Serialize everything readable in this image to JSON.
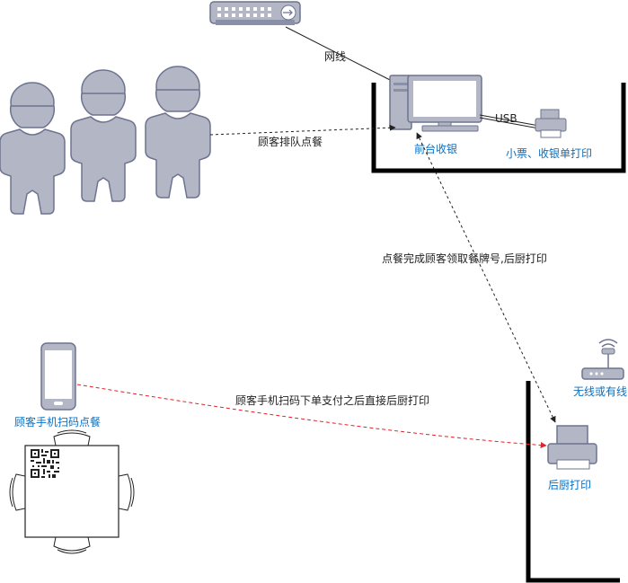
{
  "labels": {
    "network_cable": "网线",
    "front_desk": "前台收银",
    "usb": "USB",
    "receipt_printer": "小票、收银单打印",
    "queue_order": "顾客排队点餐",
    "after_order": "点餐完成顾客领取餐牌号,后厨打印",
    "mobile_order": "顾客手机扫码点餐",
    "scan_pay": "顾客手机扫码下单支付之后直接后厨打印",
    "wireless_or_wired": "无线或有线",
    "kitchen_print": "后厨打印"
  },
  "colors": {
    "icon_fill": "#b3b6c4",
    "icon_stroke": "#6e7490",
    "label_blue": "#0a6fc2",
    "dashed_red": "#e0242a",
    "wall": "#000000"
  }
}
